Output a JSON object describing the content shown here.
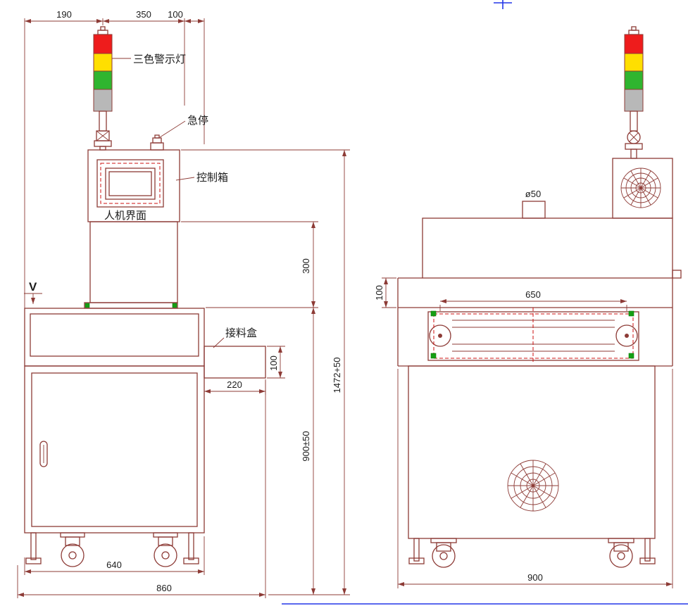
{
  "front_view": {
    "labels": {
      "warning_light": "三色警示灯",
      "emergency_stop": "急停",
      "control_box": "控制箱",
      "hmi": "人机界面",
      "catch_box": "接料盒",
      "view_marker": "V"
    },
    "dimensions": {
      "top_190": "190",
      "top_350": "350",
      "top_100": "100",
      "head_300": "300",
      "overall_height": "1472+50",
      "catch_100": "100",
      "catch_220": "220",
      "body_900": "900±50",
      "base_640": "640",
      "overall_860": "860"
    }
  },
  "side_view": {
    "labels": {
      "duct_dia": "ø50"
    },
    "dimensions": {
      "conveyor_650": "650",
      "pass_100": "100",
      "base_900": "900"
    }
  },
  "colors": {
    "line": "#8d3b36",
    "text": "#1c1c1c",
    "dashed_red": "#cc1111",
    "green_mark": "#14a014",
    "lamp_red": "#ee1c1c",
    "lamp_yellow": "#ffdf00",
    "lamp_green": "#2fb52f",
    "lamp_gray": "#b8b8b8",
    "frame_blue": "#2337e8"
  }
}
